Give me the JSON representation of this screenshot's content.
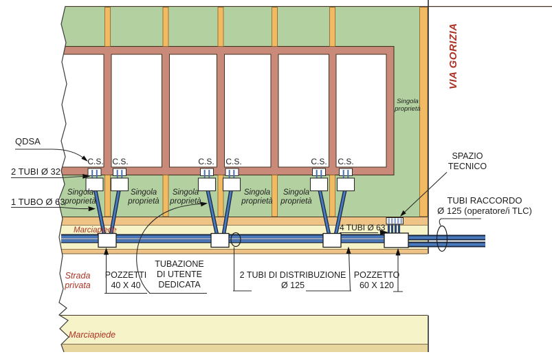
{
  "street": {
    "name": "VIA GORIZIA"
  },
  "areas": {
    "singola_line1": "Singola",
    "singola_line2": "proprietà",
    "marciapiede": "Marciapiede",
    "strada_line1": "Strada",
    "strada_line2": "privata"
  },
  "callouts": {
    "qdsa": "QDSA",
    "tubi_32": "2 TUBI Ø 32",
    "tubo_63": "1 TUBO Ø 63",
    "cs": "C.S.",
    "pozzetti_line1": "POZZETTI",
    "pozzetti_line2": "40 X 40",
    "tubazione_line1": "TUBAZIONE",
    "tubazione_line2": "DI UTENTE",
    "tubazione_line3": "DEDICATA",
    "distribuzione_line1": "2 TUBI DI DISTRIBUZIONE",
    "distribuzione_line2": "Ø 125",
    "pozzetto_line1": "POZZETTO",
    "pozzetto_line2": "60 X 120",
    "tubi_4_63": "4 TUBI Ø 63",
    "spazio_line1": "SPAZIO",
    "spazio_line2": "TECNICO",
    "raccordo_line1": "TUBI RACCORDO",
    "raccordo_line2": "Ø 125 (operatore/i TLC)"
  },
  "colors": {
    "green": "#b3d1a0",
    "wall_salmon": "#c98a79",
    "wall_outline": "#42321f",
    "post_orange": "#f2bb63",
    "band_tan": "#efc386",
    "band_pale": "#f7f3c9",
    "band_tan_muted": "#e7d69e",
    "pipe_blue": "#4b79bd",
    "pipe_dark": "#17263d",
    "stripe_grey": "#8ea3c6",
    "red_text": "#ab3326",
    "black_text": "#1c1c1c"
  }
}
